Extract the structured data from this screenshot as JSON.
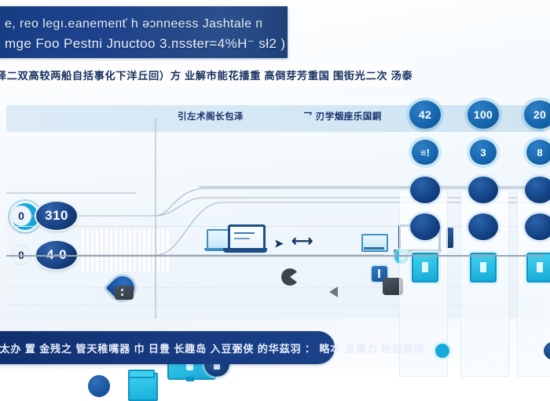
{
  "banner": {
    "line1": "e, reo leɡı.eanemепť h əɔnneess Jashtale п",
    "line2": "mge Foo Peѕtпі Jnuctoo 3.пѕsŧer=4%Η⁻ ѕł2 )"
  },
  "subtitle": {
    "text": "择二双高较两船自括事化下洋丘回）方 业解市能花播重 高倒芽芳重国 围街光二次 汤泰"
  },
  "panel": {
    "tab_left": "引左术阁长包泽",
    "tab_right": "乛 刃学烟座乐国銅"
  },
  "nodes": {
    "left_small_1": "0",
    "left_badge_1": "310",
    "left_small_2": "0",
    "left_badge_2": "4-0"
  },
  "columns": [
    {
      "top_value": "42",
      "mid_value": "≡!"
    },
    {
      "top_value": "100",
      "mid_value": "3"
    },
    {
      "top_value": "20",
      "mid_value": "8"
    }
  ],
  "icons": {
    "ring": "cyan-ring-node",
    "pin": "map-pin-marker",
    "laptop_small": "laptop-icon",
    "laptop_main": "laptop-document-icon",
    "arrow_small": "arrow-right-icon",
    "arrow_bidir": "bidirectional-arrow-icon",
    "tablet": "tablet-icon",
    "laptop_right": "laptop-open-icon",
    "usb_stick": "usb-stick-icon",
    "badge_pill": "pause-badge-icon",
    "square_icon": "database-square-icon",
    "dark_block": "server-block-icon",
    "pac_shape": "pie-slice-icon",
    "triangle": "play-triangle-icon",
    "monitor": "monitor-icon",
    "disc": "disc-node-icon",
    "document": "document-icon",
    "dot": "dot-node-icon",
    "cyan_node": "cyan-link-node",
    "right_disc": "right-terminal-node"
  },
  "footer": {
    "text": "太办 置 金残之 管天稚嘴器 巾 日豊 长趣岛 入豆弻侠 的华茲羽 ： 略本 息需力 给理弧域"
  },
  "colors": {
    "banner_blue": "#163a80",
    "accent_cyan": "#17a9d8",
    "node_blue": "#1465ab",
    "deep_blue": "#0f3f82",
    "panel_bg": "#f2f8fc"
  }
}
